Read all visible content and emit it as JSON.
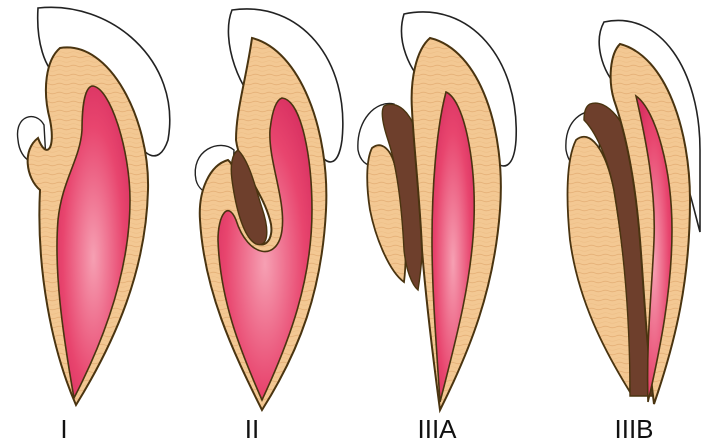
{
  "figure": {
    "labels": [
      "I",
      "II",
      "IIIA",
      "IIIB"
    ],
    "colors": {
      "dentin": "#f3c893",
      "dentin_grain": "#e2ad70",
      "pulp": "#e8456e",
      "pulp_light": "#f6a0b3",
      "enamel": "#ffffff",
      "outline": "#4a3410",
      "invagination": "#6e3f2c"
    }
  }
}
